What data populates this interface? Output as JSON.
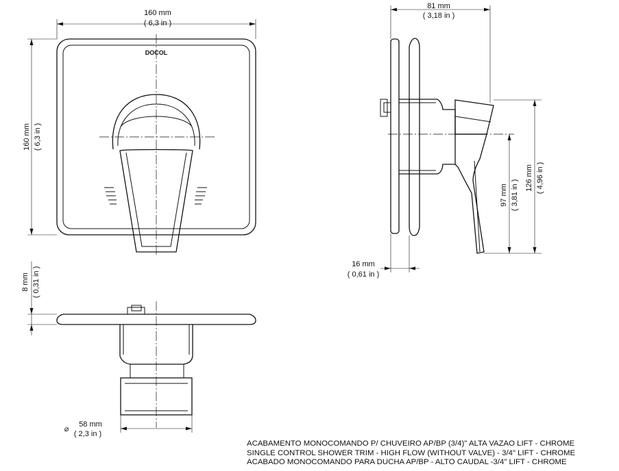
{
  "brand": "DOCOL",
  "dimensions": {
    "top_width": {
      "mm": "160 mm",
      "in": "( 6,3 in )"
    },
    "left_height": {
      "mm": "160 mm",
      "in": "( 6,3 in )"
    },
    "side_depth": {
      "mm": "81 mm",
      "in": "( 3,18 in )"
    },
    "side_total_height": {
      "mm": "126 mm",
      "in": "( 4,96 in )"
    },
    "side_lever_height": {
      "mm": "97 mm",
      "in": "( 3,81 in )"
    },
    "side_plate": {
      "mm": "16 mm",
      "in": "( 0,61 in )"
    },
    "bottom_plate": {
      "mm": "8 mm",
      "in": "( 0,31 in )"
    },
    "bottom_diameter": {
      "symbol": "⌀",
      "mm": "58 mm",
      "in": "( 2,3 in )"
    }
  },
  "caption": {
    "line1": "ACABAMENTO MONOCOMANDO P/ CHUVEIRO AP/BP (3/4)\" ALTA VAZAO LIFT - CHROME",
    "line2": "SINGLE CONTROL SHOWER TRIM - HIGH FLOW (WITHOUT VALVE) - 3/4\" LIFT - CHROME",
    "line3": "ACABADO MONOCOMANDO PARA DUCHA AP/BP - ALTO CAUDAL -3/4\" LIFT - CHROME"
  }
}
